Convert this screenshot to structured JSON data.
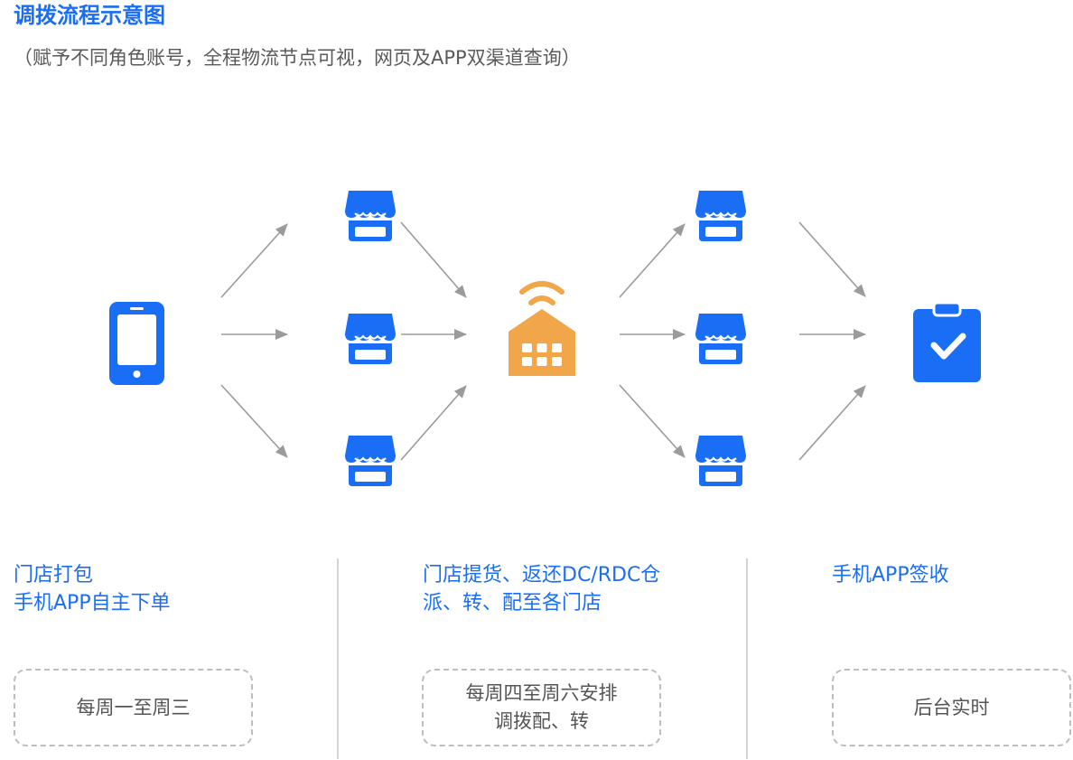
{
  "header": {
    "title": "调拨流程示意图",
    "subtitle": "（赋予不同角色账号，全程物流节点可视，网页及APP双渠道查询）"
  },
  "colors": {
    "primary": "#1a6ef5",
    "warehouse": "#f2a64a",
    "arrow": "#9b9b9b",
    "text_muted": "#555555"
  },
  "icons": {
    "phone": "phone-icon",
    "store": "store-icon",
    "warehouse": "warehouse-wifi-icon",
    "clipboard": "clipboard-check-icon"
  },
  "columns": [
    {
      "label_lines": [
        "门店打包",
        "手机APP自主下单"
      ],
      "pill_lines": [
        "每周一至周三"
      ]
    },
    {
      "label_lines": [
        "门店提货、返还DC/RDC仓",
        "派、转、配至各门店"
      ],
      "pill_lines": [
        "每周四至周六安排",
        "调拨配、转"
      ]
    },
    {
      "label_lines": [
        "手机APP签收"
      ],
      "pill_lines": [
        "后台实时"
      ]
    }
  ]
}
